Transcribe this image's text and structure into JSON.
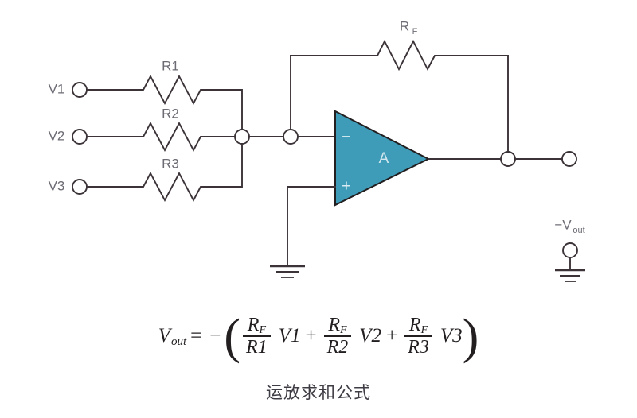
{
  "diagram": {
    "title": "Op-amp summing amplifier circuit",
    "colors": {
      "opamp_fill": "#3f9cb8",
      "wire": "#3b3338",
      "label": "#6d6b74",
      "opamp_label": "#cfe6ee"
    },
    "inputs": [
      {
        "label": "V1",
        "resistor": "R1"
      },
      {
        "label": "V2",
        "resistor": "R2"
      },
      {
        "label": "V3",
        "resistor": "R3"
      }
    ],
    "feedback": {
      "resistor_base": "R",
      "resistor_sub": "F",
      "resistor_label": "RF"
    },
    "opamp": {
      "gain_label": "A",
      "inverting_sign": "−",
      "noninverting_sign": "+"
    },
    "output": {
      "label_prefix": "−V",
      "label_sub": "out",
      "label_full": "−Vout"
    },
    "ground_label": ""
  },
  "formula": {
    "lhs_base": "V",
    "lhs_sub": "out",
    "equals": "=",
    "minus": "−",
    "open_paren": "(",
    "close_paren": ")",
    "plus": "+",
    "terms": [
      {
        "numerator_base": "R",
        "numerator_sub": "F",
        "denominator": "R1",
        "variable": "V1"
      },
      {
        "numerator_base": "R",
        "numerator_sub": "F",
        "denominator": "R2",
        "variable": "V2"
      },
      {
        "numerator_base": "R",
        "numerator_sub": "F",
        "denominator": "R3",
        "variable": "V3"
      }
    ],
    "plain_text": "Vout = −( RF/R1 V1 + RF/R2 V2 + RF/R3 V3 )"
  },
  "caption": {
    "text": "运放求和公式"
  }
}
